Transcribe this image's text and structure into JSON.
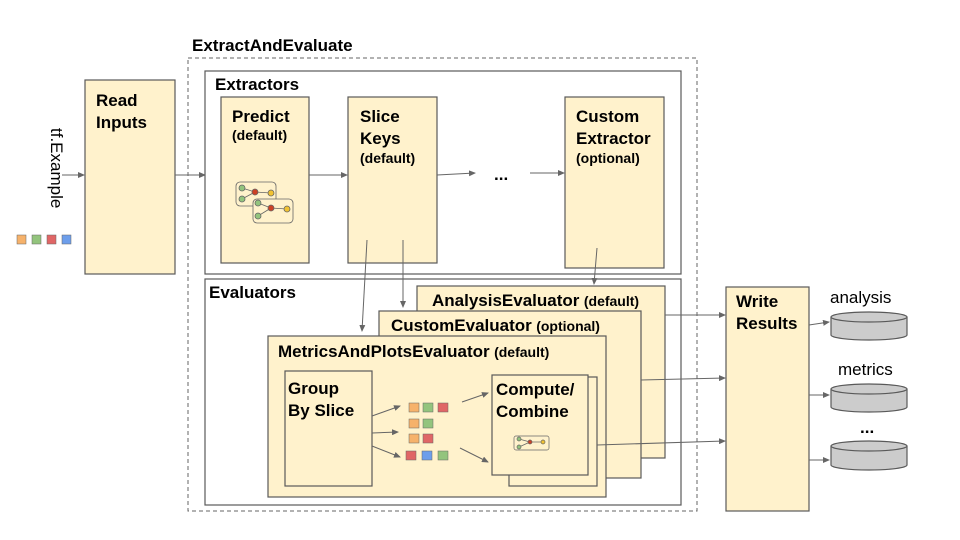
{
  "input_label": "tf.Example",
  "read_inputs": [
    "Read",
    "Inputs"
  ],
  "outer_title": "ExtractAndEvaluate",
  "extractors": {
    "title": "Extractors",
    "predict": {
      "name": "Predict",
      "note": "(default)"
    },
    "slice_keys": {
      "name1": "Slice",
      "name2": "Keys",
      "note": "(default)"
    },
    "ellipsis": "...",
    "custom": {
      "name1": "Custom",
      "name2": "Extractor",
      "note": "(optional)"
    }
  },
  "evaluators": {
    "title": "Evaluators",
    "analysis": {
      "name": "AnalysisEvaluator",
      "note": "(default)"
    },
    "custom": {
      "name": "CustomEvaluator",
      "note": "(optional)"
    },
    "metrics": {
      "name": "MetricsAndPlotsEvaluator",
      "note": "(default)"
    },
    "group_by_slice": [
      "Group",
      "By Slice"
    ],
    "compute_combine": [
      "Compute/",
      "Combine"
    ]
  },
  "write_results": [
    "Write",
    "Results"
  ],
  "outputs": [
    "analysis",
    "metrics",
    "..."
  ],
  "colors": {
    "box": "#fff2cc",
    "orange": "#f6b26b",
    "green": "#93c47d",
    "red": "#e06666",
    "blue": "#6d9eeb",
    "yellow": "#f1c232",
    "db": "#cccccc"
  }
}
